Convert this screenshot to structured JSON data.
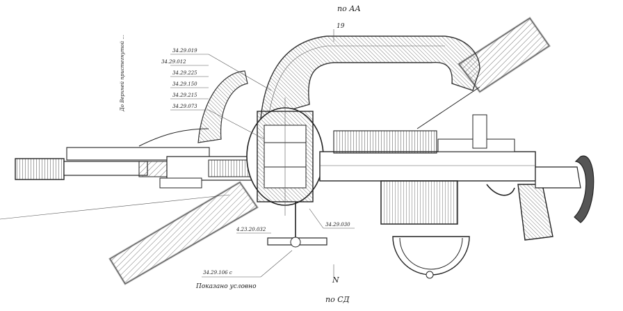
{
  "view_top": "по АА",
  "view_bottom": "по СД",
  "marker_n": "N",
  "side_note": "До Верхней пристегнутой ...",
  "leader_refs": [
    "34.29.019",
    "34.29.012",
    "34.29.225",
    "34.29.150",
    "34.29.215",
    "34.29.073"
  ],
  "ref_lower_left": "4.23.20.032",
  "ref_lower_right": "34.29.030",
  "ref_bottom": "34.29.106 с",
  "caption_bottom": "Показано условно",
  "top_ref": "19"
}
